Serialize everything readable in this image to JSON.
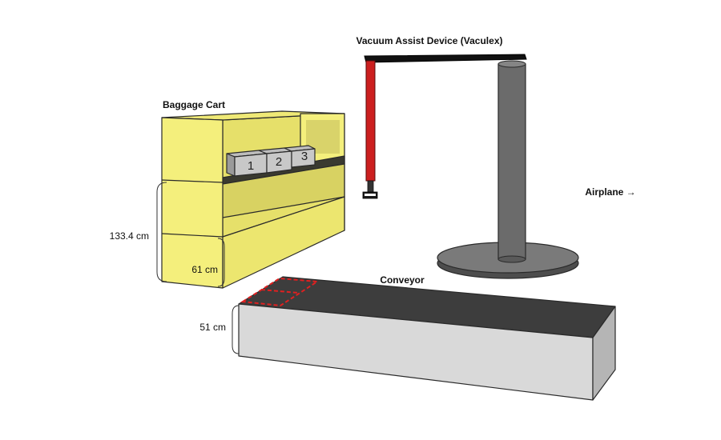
{
  "labels": {
    "vacuum_device": "Vacuum Assist Device (Vaculex)",
    "baggage_cart": "Baggage Cart",
    "airplane": "Airplane →",
    "conveyor": "Conveyor"
  },
  "dimensions": {
    "cart_height": "133.4 cm",
    "cart_shelf": "61 cm",
    "conveyor_height": "51 cm"
  },
  "boxes": [
    "1",
    "2",
    "3"
  ],
  "colors": {
    "cart_yellow": "#f4ef7c",
    "cart_shade": "#c9c45c",
    "conveyor_top": "#3d3d3d",
    "conveyor_side": "#d9d9d9",
    "pole": "#6b6b6b",
    "arm_red": "#cc1f1f",
    "marker_red": "#e02020"
  }
}
